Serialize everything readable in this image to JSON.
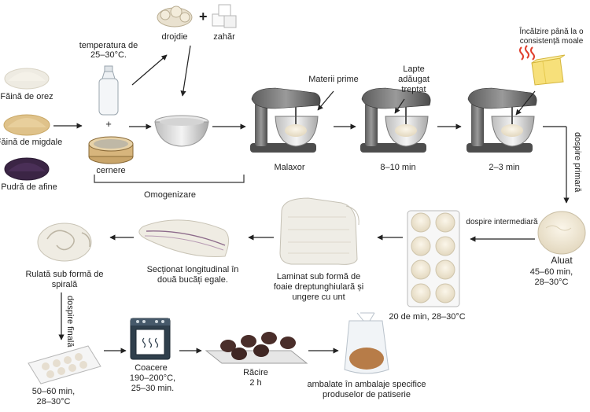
{
  "ingredients": {
    "rice_flour": "Făină de orez",
    "almond_flour": "Făină de migdale",
    "blueberry_powder": "Pudră de afine",
    "water_temp_l1": "temperatura de",
    "water_temp_l2": "25–30°C.",
    "plus": "+",
    "sieve": "cernere",
    "yeast": "drojdie",
    "sugar": "zahăr",
    "group": "Omogenizare"
  },
  "mixer": {
    "raw_materials": "Materii prime",
    "milk_l1": "Lapte",
    "milk_l2": "adăugat",
    "milk_l3": "treptat",
    "butter_l1": "Încălzire până la o",
    "butter_l2": "consistență moale",
    "step1": "Malaxor",
    "step2": "8–10 min",
    "step3": "2–3 min"
  },
  "row2": {
    "primary_proof": "dospire primară",
    "dough": "Aluat",
    "dough_time_l1": "45–60 min,",
    "dough_time_l2": "28–30°C",
    "intermediate_proof": "dospire intermediară",
    "tray_time": "20 de min, 28–30°C",
    "laminate_l1": "Laminat sub formă de",
    "laminate_l2": "foaie dreptunghiulară și",
    "laminate_l3": "ungere cu unt",
    "cut_l1": "Secționat longitudinal în",
    "cut_l2": "două bucăți egale.",
    "spiral_l1": "Rulată sub formă de",
    "spiral_l2": "spirală"
  },
  "row3": {
    "final_proof": "dospire finală",
    "final_time_l1": "50–60 min,",
    "final_time_l2": "28–30°C",
    "bake_l1": "Coacere",
    "bake_l2": "190–200°C,",
    "bake_l3": "25–30 min.",
    "cool_l1": "Răcire",
    "cool_l2": "2 h",
    "pack_l1": "ambalate în ambalaje specifice",
    "pack_l2": "produselor de patiserie"
  }
}
